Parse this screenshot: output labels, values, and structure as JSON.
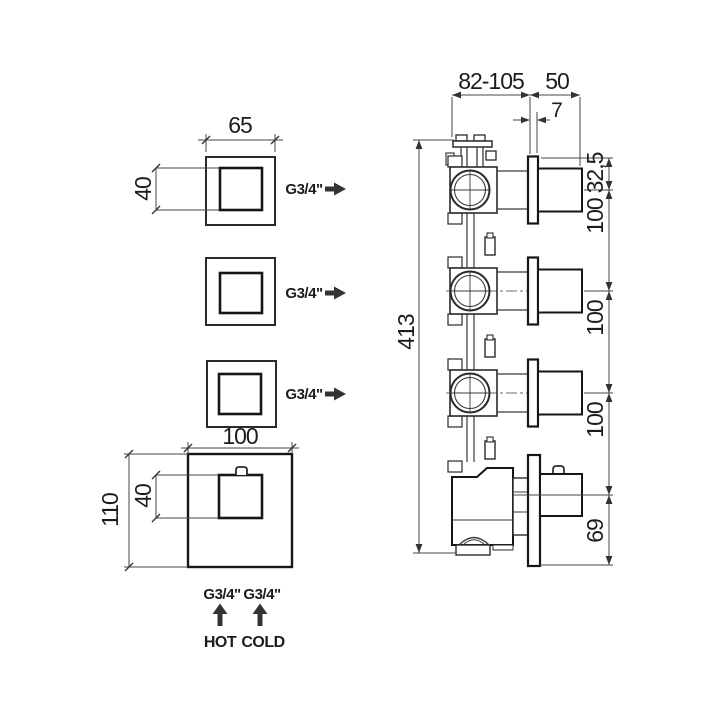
{
  "front": {
    "dim_width": "65",
    "dim_handle": "40",
    "ports": [
      {
        "label": "G3/4\""
      },
      {
        "label": "G3/4\""
      },
      {
        "label": "G3/4\""
      }
    ],
    "plate": {
      "dim_width": "100",
      "dim_height": "110",
      "dim_handle": "40"
    },
    "inlets": {
      "hot_port": "G3/4\"",
      "cold_port": "G3/4\"",
      "hot_label": "HOT",
      "cold_label": "COLD"
    }
  },
  "side": {
    "dim_depth": "82-105",
    "dim_trim": "50",
    "dim_plate": "7",
    "dim_top": "32,5",
    "spacings": [
      "100",
      "100",
      "100"
    ],
    "dim_bottom": "69",
    "dim_total": "413"
  },
  "colors": {
    "line": "#2a2a2a",
    "background": "#ffffff"
  }
}
